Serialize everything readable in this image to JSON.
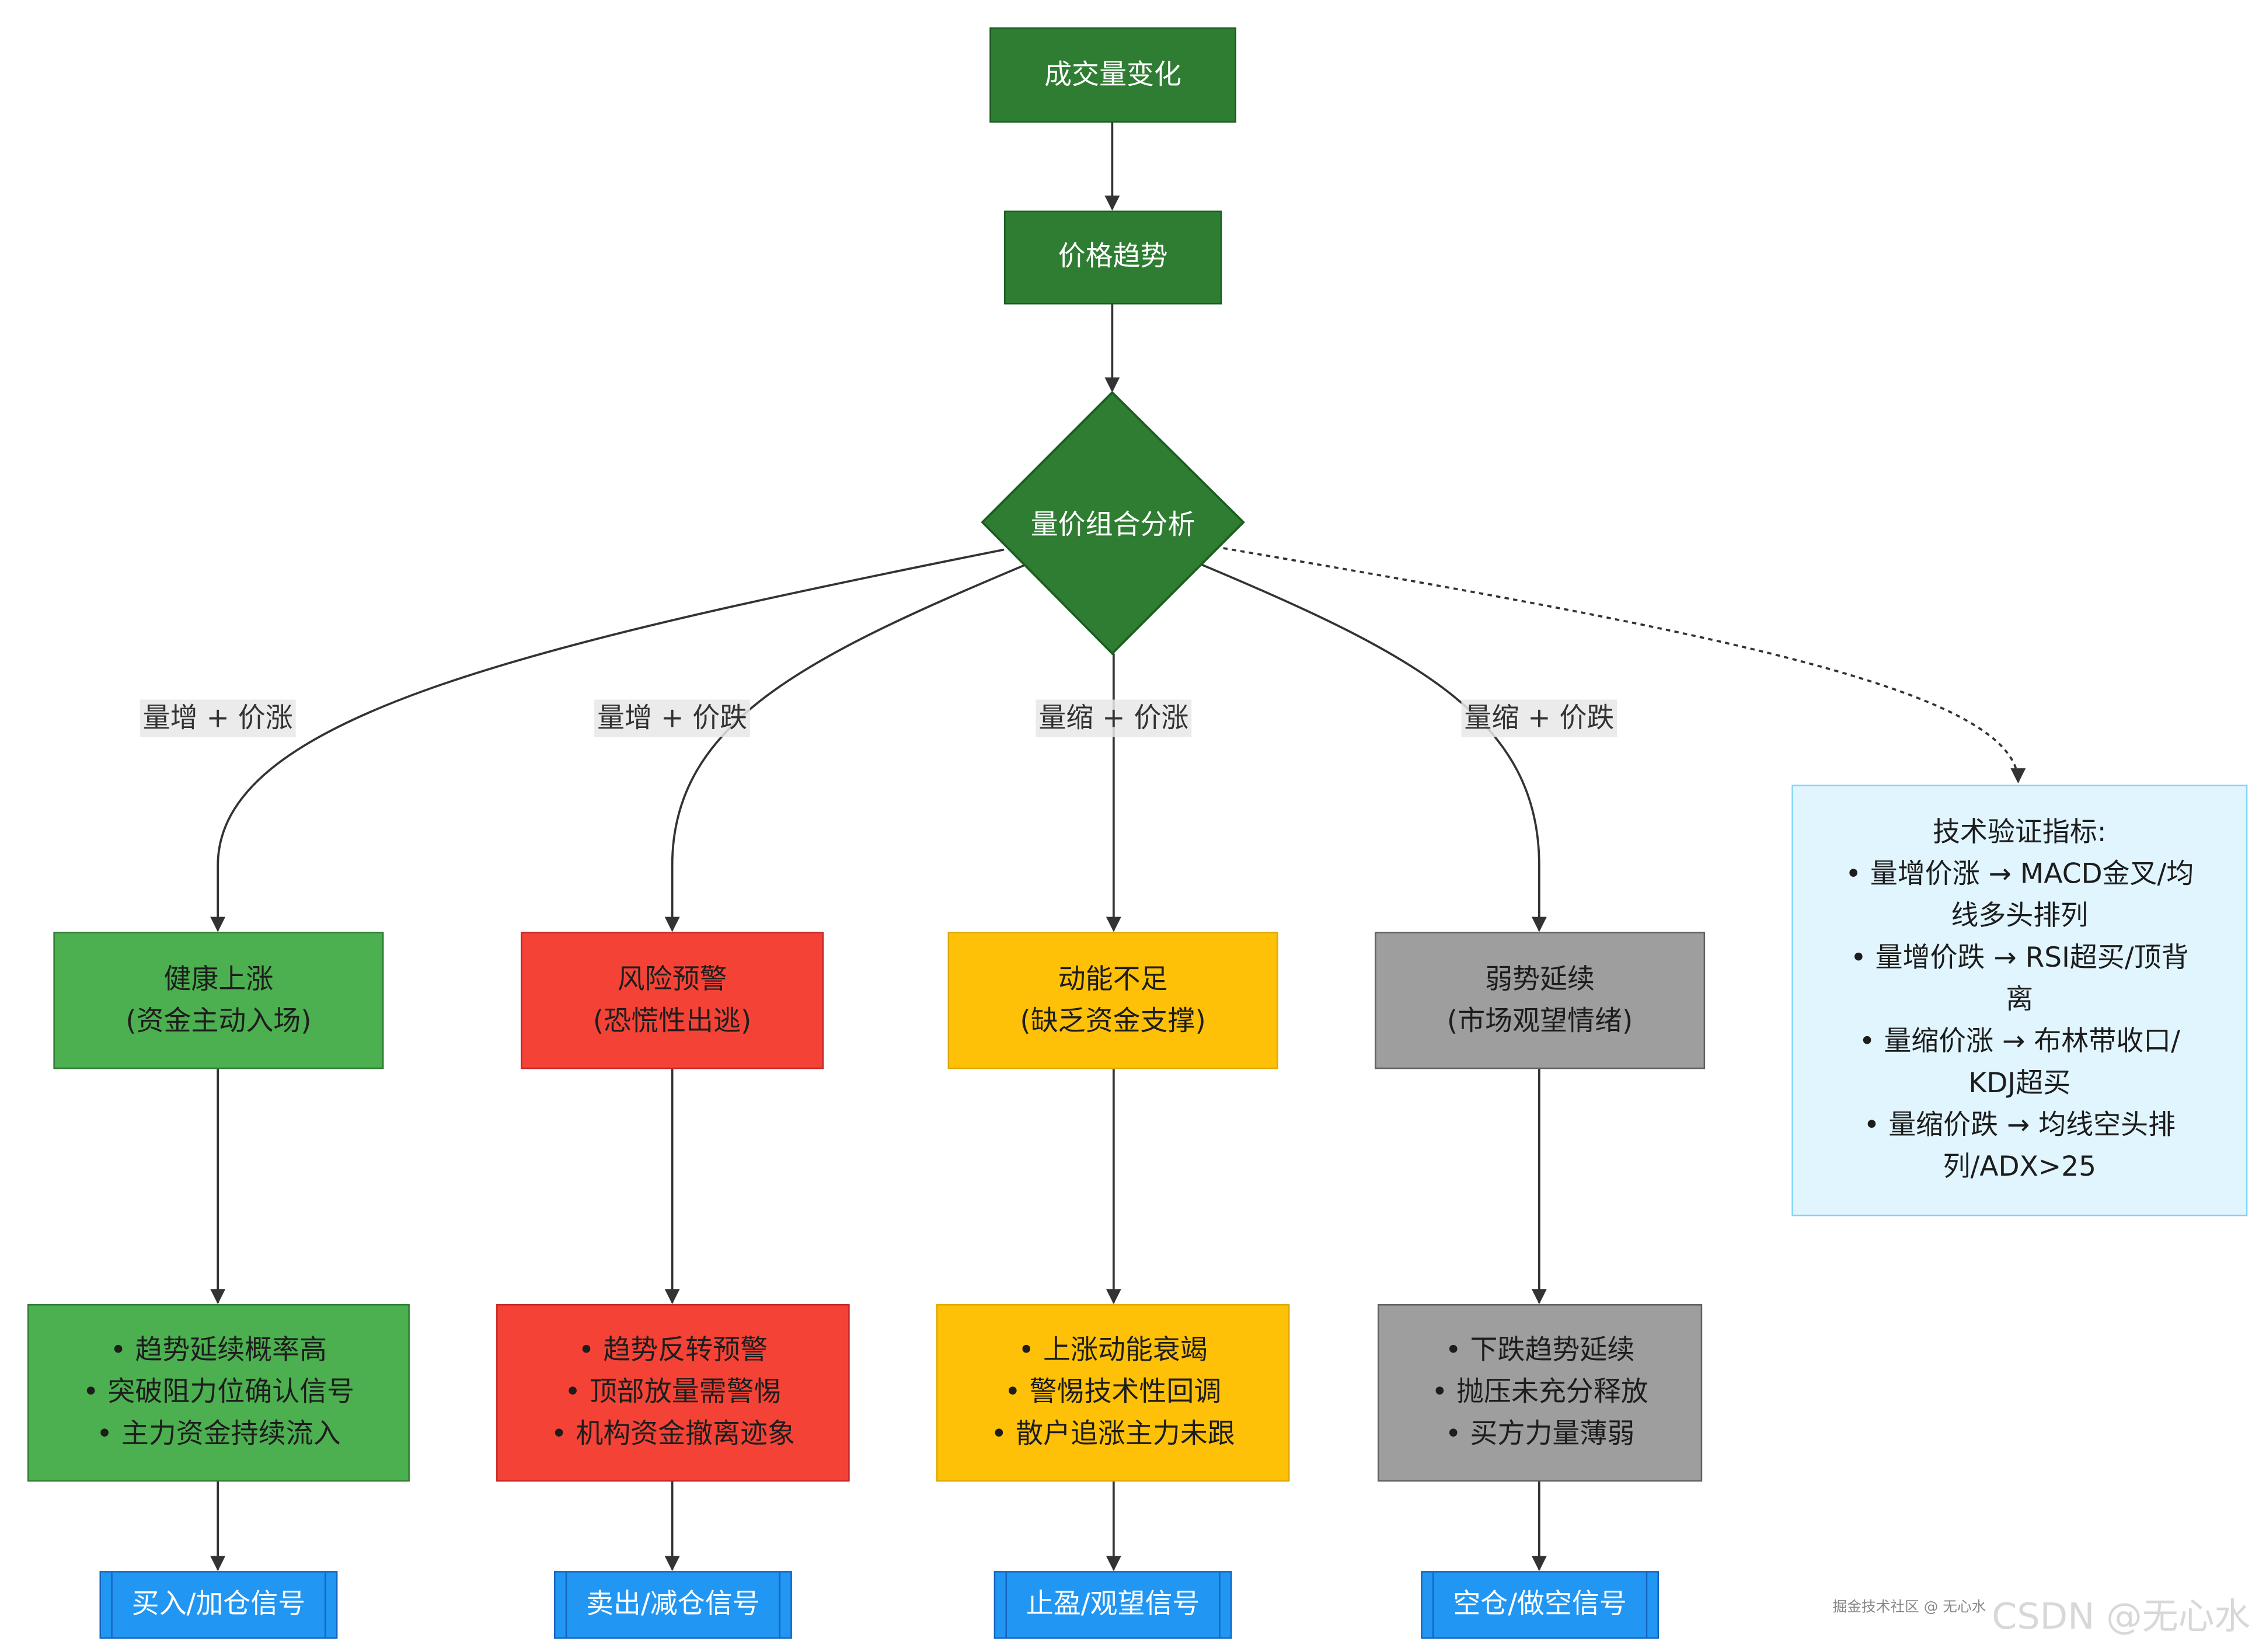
{
  "colors": {
    "root": "#2e7d32",
    "healthy": "#4caf50",
    "risk": "#f44336",
    "weak_momentum": "#ffc107",
    "weak_trend": "#9e9e9e",
    "info": "#e1f5fe",
    "signal": "#2196f3",
    "edge": "#333333"
  },
  "nodes": {
    "root": "成交量变化",
    "trend": "价格趋势",
    "decision": "量价组合分析",
    "healthy": [
      "健康上涨",
      "(资金主动入场)"
    ],
    "risk": [
      "风险预警",
      "(恐慌性出逃)"
    ],
    "weak_momentum": [
      "动能不足",
      "(缺乏资金支撑)"
    ],
    "weak_trend": [
      "弱势延续",
      "(市场观望情绪)"
    ],
    "healthy_points": [
      "• 趋势延续概率高",
      "• 突破阻力位确认信号",
      "• 主力资金持续流入"
    ],
    "risk_points": [
      "• 趋势反转预警",
      "• 顶部放量需警惕",
      "• 机构资金撤离迹象"
    ],
    "weak_momentum_points": [
      "• 上涨动能衰竭",
      "• 警惕技术性回调",
      "• 散户追涨主力未跟"
    ],
    "weak_trend_points": [
      "• 下跌趋势延续",
      "• 抛压未充分释放",
      "• 买方力量薄弱"
    ],
    "signals": [
      "买入/加仓信号",
      "卖出/减仓信号",
      "止盈/观望信号",
      "空仓/做空信号"
    ],
    "tech_title": "技术验证指标:",
    "tech_lines": [
      "• 量增价涨 → MACD金叉/均",
      "线多头排列",
      "• 量增价跌 → RSI超买/顶背",
      "离",
      "• 量缩价涨 → 布林带收口/",
      "KDJ超买",
      "• 量缩价跌 → 均线空头排",
      "列/ADX>25"
    ]
  },
  "edge_labels": [
    "量增 + 价涨",
    "量增 + 价跌",
    "量缩 + 价涨",
    "量缩 + 价跌"
  ],
  "watermark": {
    "small": "掘金技术社区 @ 无心水",
    "main": "CSDN @无心水"
  }
}
